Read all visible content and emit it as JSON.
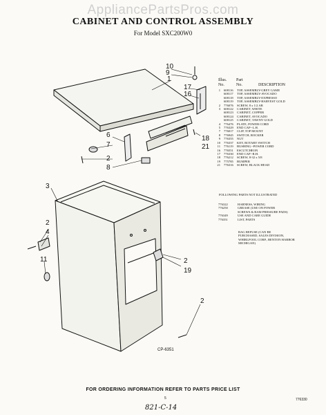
{
  "watermark": "AppliancePartsPros.com",
  "title": "CABINET AND CONTROL ASSEMBLY",
  "subtitle": "For Model SXC200W0",
  "table_header": {
    "illus_label": "Illus.",
    "part_label": "Part",
    "no_label": "No.",
    "no2_label": "No.",
    "description_label": "DESCRIPTION"
  },
  "parts": [
    {
      "illus": "1",
      "part": "608116",
      "desc": "TOP, ASSEMBLY-GREY GAME"
    },
    {
      "illus": "",
      "part": "608117",
      "desc": "TOP, ASSEMBLY-AVOCADO"
    },
    {
      "illus": "",
      "part": "608118",
      "desc": "TOP, ASSEMBLY-EXPRESSO"
    },
    {
      "illus": "",
      "part": "608119",
      "desc": "TOP, ASSEMBLY-HARVEST GOLD"
    },
    {
      "illus": "2",
      "part": "776076",
      "desc": "SCREW, 8 x 1/2 AB"
    },
    {
      "illus": "3",
      "part": "608122",
      "desc": "CABINET, WHITE"
    },
    {
      "illus": "",
      "part": "608123",
      "desc": "CABINET, COPPER"
    },
    {
      "illus": "",
      "part": "608124",
      "desc": "CABINET, AVOCADO"
    },
    {
      "illus": "",
      "part": "608125",
      "desc": "CABINET, TAWNY GOLD"
    },
    {
      "illus": "4",
      "part": "776476",
      "desc": "PLATE, POWER CORD"
    },
    {
      "illus": "5",
      "part": "776329",
      "desc": "END CAP--L.H."
    },
    {
      "illus": "7",
      "part": "776017",
      "desc": "CLIP, TOP MOUNT"
    },
    {
      "illus": "8",
      "part": "776945",
      "desc": "SWITCH, ROCKER"
    },
    {
      "illus": "9",
      "part": "776355",
      "desc": "NUT"
    },
    {
      "illus": "10",
      "part": "776337",
      "desc": "KEY, ROTARY SWITCH"
    },
    {
      "illus": "11",
      "part": "776119",
      "desc": "BUSHING--POWER CORD"
    },
    {
      "illus": "16",
      "part": "776551",
      "desc": "ESCUTCHEON"
    },
    {
      "illus": "17",
      "part": "776330",
      "desc": "END CAP--R.H."
    },
    {
      "illus": "18",
      "part": "776212",
      "desc": "SCREW, 8-32 x 5/8"
    },
    {
      "illus": "19",
      "part": "775785",
      "desc": "BUMPER"
    },
    {
      "illus": "21",
      "part": "776316",
      "desc": "SCREW, BLACK HEAD"
    }
  ],
  "following_title": "FOLLOWING PARTS NOT ILLUSTRATED",
  "not_illustrated": [
    {
      "part": "776322",
      "desc": "HARNESS, WIRING"
    },
    {
      "part": "776250",
      "desc": "GREASE (USE ON POWER"
    },
    {
      "part": "",
      "desc": "SCREWS & RAM PRESSURE PADS)"
    },
    {
      "part": "776349",
      "desc": "USE AND CARE GUIDE"
    },
    {
      "part": "776351",
      "desc": "LIST, PARTS"
    }
  ],
  "bag_note": "BAG REFUSE (CAN BE\nPURCHASED, SALES DIVISION,\nWHIRLPOOL CORP., BENTON HARBOR\nMICHIGAN)",
  "callouts": {
    "c10": "10",
    "c9": "9",
    "c1": "1",
    "c17": "17",
    "c16": "16",
    "c6": "6",
    "c7": "7",
    "c2a": "2",
    "c8": "8",
    "c18": "18",
    "c21": "21",
    "c3": "3",
    "c2b": "2",
    "c4": "4",
    "c11": "11",
    "c2c": "2",
    "c19": "19",
    "c2d": "2"
  },
  "figure_label": "CP-6351",
  "footer_note": "FOR ORDERING INFORMATION REFER TO PARTS PRICE LIST",
  "page_number": "5",
  "form_number": "776330",
  "handwritten": "821-C-14"
}
